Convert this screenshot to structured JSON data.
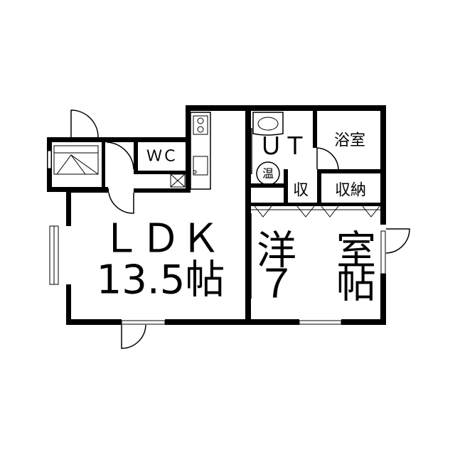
{
  "rooms": {
    "ldk_name": "ＬＤＫ",
    "ldk_size": "13.5帖",
    "wc": "ＷＣ",
    "ut": "ＵＴ",
    "water_heater": "温",
    "bath": "浴室",
    "closet_small": "収",
    "storage": "収納",
    "western_room_line1": "洋　室",
    "western_room_line2": "７　帖"
  }
}
